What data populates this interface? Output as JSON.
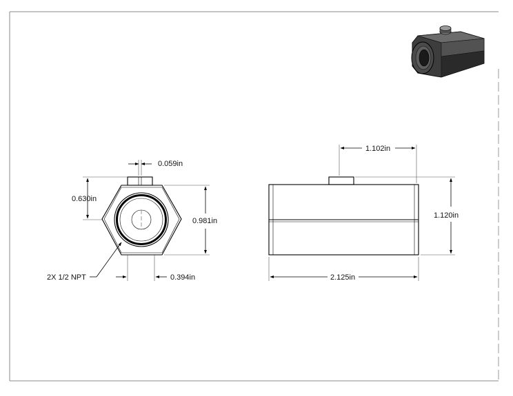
{
  "drawing": {
    "dimensions": {
      "slot_width": "0.059in",
      "center_height": "0.630in",
      "hex_height": "0.981in",
      "bottom_offset": "0.394in",
      "thread_callout": "2X 1/2 NPT",
      "port_position": "1.102in",
      "body_height": "1.120in",
      "overall_length": "2.125in"
    }
  }
}
